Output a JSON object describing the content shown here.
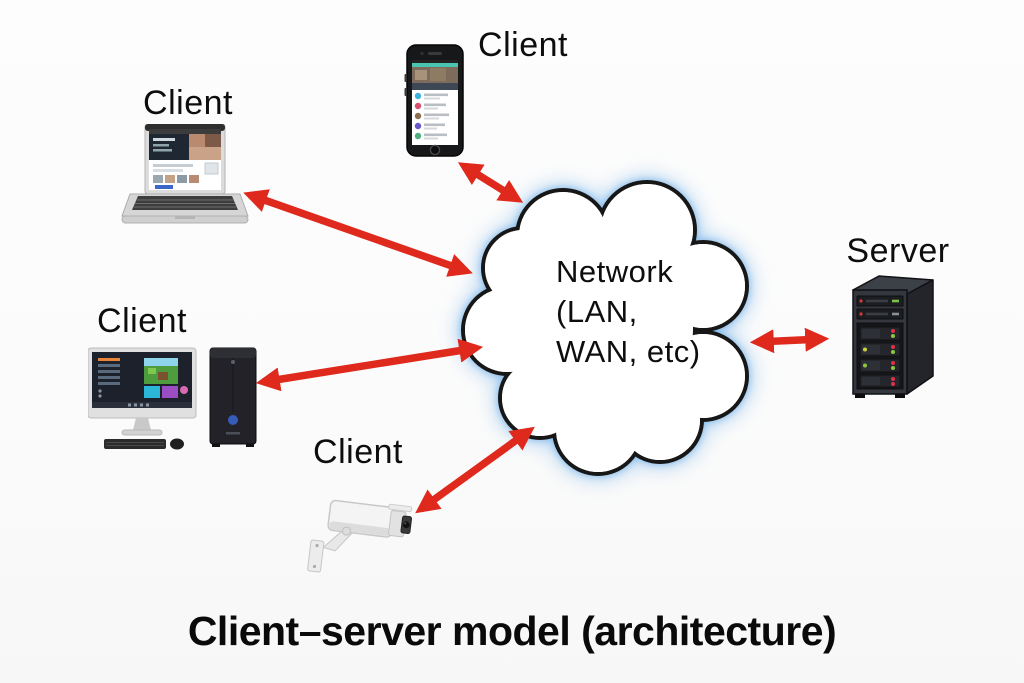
{
  "title": "Client–server model (architecture)",
  "network": {
    "label": "Network\n(LAN,\nWAN, etc)"
  },
  "nodes": {
    "laptop": {
      "label": "Client",
      "type": "laptop"
    },
    "phone": {
      "label": "Client",
      "type": "smartphone"
    },
    "desktop": {
      "label": "Client",
      "type": "desktop-computer"
    },
    "camera": {
      "label": "Client",
      "type": "security-camera"
    },
    "server": {
      "label": "Server",
      "type": "server-tower"
    }
  },
  "connections": [
    {
      "from": "laptop",
      "to": "network",
      "style": "double-headed-arrow"
    },
    {
      "from": "phone",
      "to": "network",
      "style": "double-headed-arrow"
    },
    {
      "from": "desktop",
      "to": "network",
      "style": "double-headed-arrow"
    },
    {
      "from": "camera",
      "to": "network",
      "style": "double-headed-arrow"
    },
    {
      "from": "server",
      "to": "network",
      "style": "double-headed-arrow"
    }
  ],
  "colors": {
    "arrow": "#e0291d",
    "cloud_fill": "#ffffff",
    "cloud_stroke": "#171717",
    "cloud_glow": "#a5d0ee",
    "background": "#fbfbfb",
    "text": "#0d0d0d"
  }
}
